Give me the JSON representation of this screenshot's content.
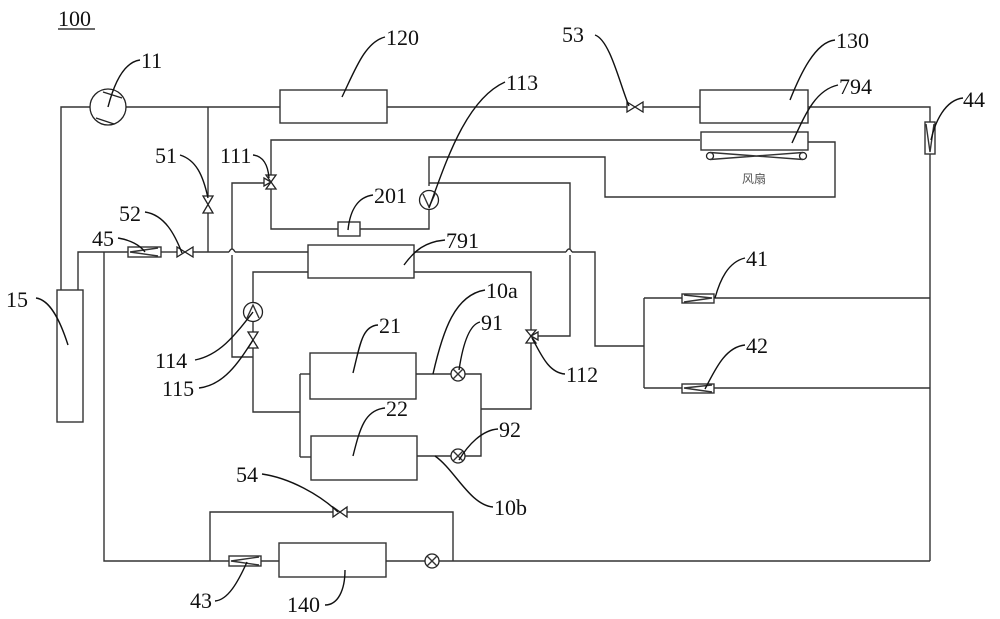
{
  "figure": {
    "number": "100",
    "components": {
      "compressor": "11",
      "accumulator": "15",
      "heat_exchanger_120": "120",
      "heat_exchanger_130": "130",
      "heat_exchanger_140": "140",
      "plate_exchanger_791": "791",
      "radiator_794": "794",
      "pump_113": "113",
      "pump_114": "114",
      "valve_115": "115",
      "three_way_valve_111": "111",
      "three_way_valve_112": "112",
      "element_201": "201",
      "evaporator_21": "21",
      "evaporator_22": "22",
      "expansion_valve_91": "91",
      "expansion_valve_92": "92",
      "branch_10a": "10a",
      "branch_10b": "10b",
      "check_valve_41": "41",
      "check_valve_42": "42",
      "check_valve_43": "43",
      "check_valve_44": "44",
      "check_valve_45": "45",
      "stop_valve_51": "51",
      "stop_valve_52": "52",
      "stop_valve_53": "53",
      "stop_valve_54": "54"
    },
    "fan_label": "风扇"
  }
}
